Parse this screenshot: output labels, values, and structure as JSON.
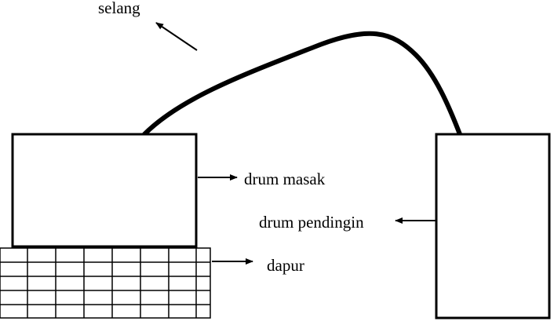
{
  "labels": {
    "hose": "selang",
    "cooking_drum": "drum masak",
    "cooling_drum": "drum pendingin",
    "stove": "dapur"
  }
}
